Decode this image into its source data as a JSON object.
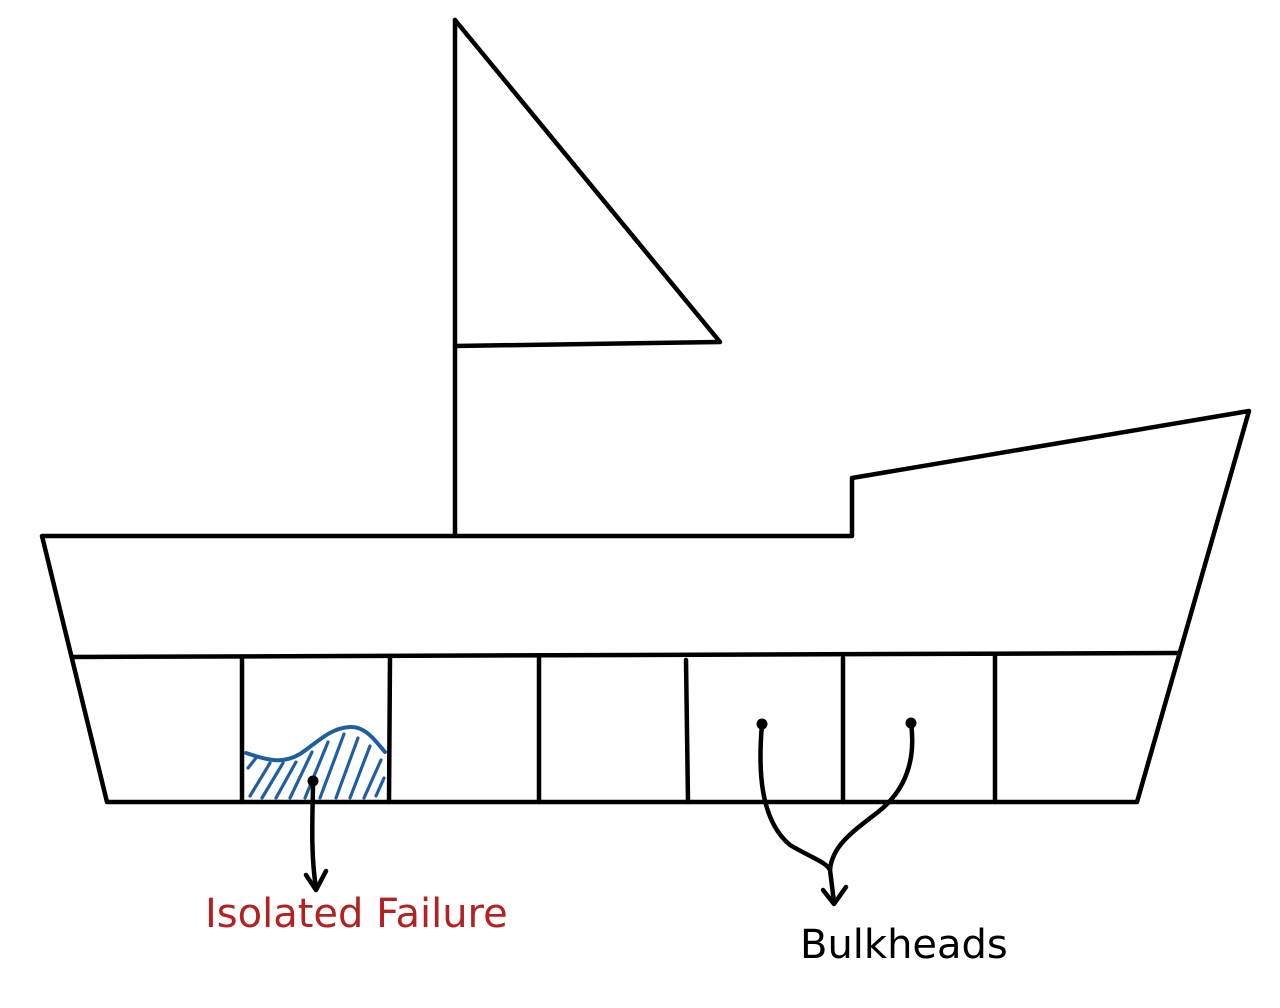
{
  "labels": {
    "isolated_failure": "Isolated Failure",
    "bulkheads": "Bulkheads"
  },
  "colors": {
    "ink": "#000000",
    "failure_label": "#b22222",
    "water": "#1f5fa0"
  },
  "elements": {
    "hull": "ship-hull",
    "mast": "mast",
    "sail": "sail",
    "compartments": 7,
    "flooded_compartment": 2
  }
}
